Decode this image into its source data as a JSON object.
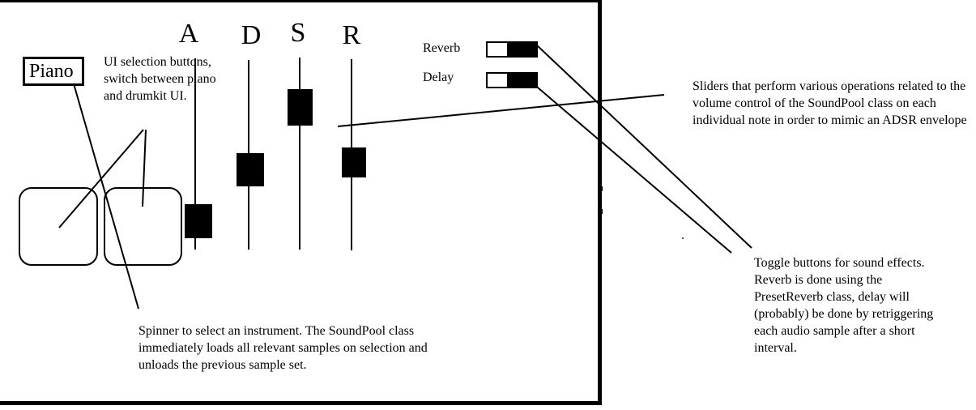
{
  "adsr": {
    "attack": "A",
    "decay": "D",
    "sustain": "S",
    "release": "R"
  },
  "spinner": {
    "value": "Piano"
  },
  "effects": {
    "reverb_label": "Reverb",
    "delay_label": "Delay"
  },
  "annotations": {
    "ui_selection": "UI selection buttons, switch between piano and drumkit UI.",
    "spinner": "Spinner to select an instrument. The SoundPool class immediately loads all relevant samples on selection and unloads the previous sample set.",
    "sliders": "Sliders that perform various operations related to the volume control of the SoundPool class on each individual note in order to mimic an ADSR envelope",
    "toggles": "Toggle buttons for sound effects. Reverb is done using the PresetReverb class, delay will (probably) be done by retriggering each audio sample after a short interval."
  },
  "colors": {
    "ink": "#000000",
    "background": "#ffffff"
  }
}
